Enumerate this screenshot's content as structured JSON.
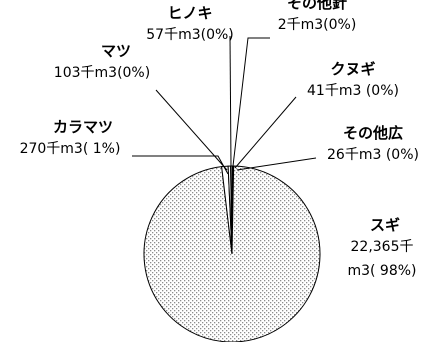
{
  "chart_data": {
    "type": "pie",
    "title": "",
    "slices": [
      {
        "label": "スギ",
        "value_text_1": "22,365千",
        "value_text_2": "m3( 98%)",
        "value": 22365,
        "unit": "千m3",
        "pct": 98
      },
      {
        "label": "カラマツ",
        "value_text": "270千m3( 1%)",
        "value": 270,
        "unit": "千m3",
        "pct": 1
      },
      {
        "label": "マツ",
        "value_text": "103千m3(0%)",
        "value": 103,
        "unit": "千m3",
        "pct": 0
      },
      {
        "label": "ヒノキ",
        "value_text": "57千m3(0%)",
        "value": 57,
        "unit": "千m3",
        "pct": 0
      },
      {
        "label": "その他針",
        "value_text": "2千m3(0%)",
        "value": 2,
        "unit": "千m3",
        "pct": 0
      },
      {
        "label": "クヌギ",
        "value_text": "41千m3 (0%)",
        "value": 41,
        "unit": "千m3",
        "pct": 0
      },
      {
        "label": "その他広",
        "value_text": "26千m3 (0%)",
        "value": 26,
        "unit": "千m3",
        "pct": 0
      }
    ],
    "colors": {
      "large_slice_pattern": "#8c8c8c",
      "slice_fill": "#ffffff",
      "outline": "#000000"
    }
  }
}
